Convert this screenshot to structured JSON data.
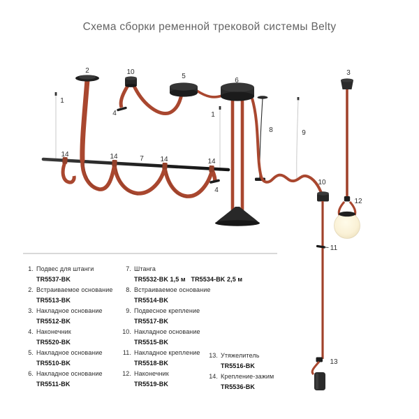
{
  "title": "Схема сборки ременной трековой системы Belty",
  "colors": {
    "belt": "#a9472f",
    "belt_dark": "#7e3320",
    "metal": "#262626",
    "bulb": "#fbf3da",
    "wire_light": "#c4c4c4",
    "wire_dark": "#2a2a2a",
    "title_gray": "#646464"
  },
  "diagram": {
    "callouts": {
      "n1": "1",
      "n2": "2",
      "n3": "3",
      "n4": "4",
      "n5": "5",
      "n6": "6",
      "n7": "7",
      "n8": "8",
      "n9": "9",
      "n10": "10",
      "n11": "11",
      "n12": "12",
      "n13": "13",
      "n14": "14"
    }
  },
  "legend": {
    "columns": [
      {
        "items": [
          {
            "num": "1.",
            "name": "Подвес для штанги",
            "code": "TR5537-BK"
          },
          {
            "num": "2.",
            "name": "Встраиваемое основание",
            "code": "TR5513-BK"
          },
          {
            "num": "3.",
            "name": "Накладное основание",
            "code": "TR5512-BK"
          },
          {
            "num": "4.",
            "name": "Наконечник",
            "code": "TR5520-BK"
          },
          {
            "num": "5.",
            "name": "Накладное основание",
            "code": "TR5510-BK"
          },
          {
            "num": "6.",
            "name": "Накладное основание",
            "code": "TR5511-BK"
          }
        ]
      },
      {
        "items": [
          {
            "num": "7.",
            "name": "Штанга",
            "code": "TR5532-BK 1,5 м   TR5534-BK 2,5 м"
          },
          {
            "num": "8.",
            "name": "Встраиваемое основание",
            "code": "TR5514-BK"
          },
          {
            "num": "9.",
            "name": "Подвесное крепление",
            "code": "TR5517-BK"
          },
          {
            "num": "10.",
            "name": "Накладное основание",
            "code": "TR5515-BK"
          },
          {
            "num": "11.",
            "name": "Накладное крепление",
            "code": "TR5518-BK"
          },
          {
            "num": "12.",
            "name": "Наконечник",
            "code": "TR5519-BK"
          }
        ]
      },
      {
        "items": [
          {
            "num": "13.",
            "name": "Утяжелитель",
            "code": "TR5516-BK"
          },
          {
            "num": "14.",
            "name": "Крепление-зажим",
            "code": "TR5536-BK"
          }
        ]
      }
    ]
  }
}
